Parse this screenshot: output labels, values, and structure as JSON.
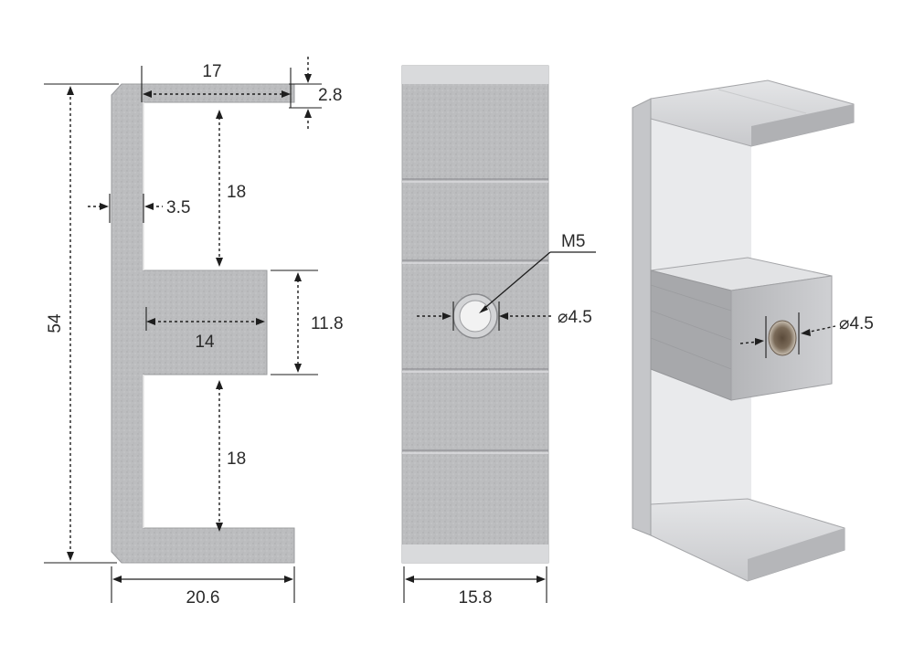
{
  "drawing": {
    "side_view": {
      "height_label": "54",
      "top_length_label": "17",
      "lip_thickness_label": "2.8",
      "upper_gap_label": "18",
      "wall_thickness_label": "3.5",
      "block_width_label": "14",
      "block_height_label": "11.8",
      "lower_gap_label": "18",
      "base_width_label": "20.6"
    },
    "front_view": {
      "thread_label": "M5",
      "hole_label": "⌀4.5",
      "width_label": "15.8"
    },
    "iso_view": {
      "hole_label": "⌀4.5"
    },
    "colors": {
      "metal": "#b9babc",
      "metal_light": "#d6d7d9",
      "metal_dark": "#8e8f92",
      "dimension": "#1e1e1e"
    }
  }
}
